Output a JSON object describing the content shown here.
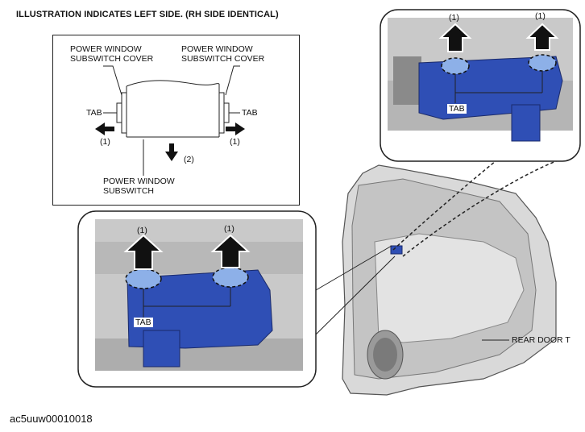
{
  "header": "ILLUSTRATION INDICATES LEFT SIDE. (RH SIDE IDENTICAL)",
  "schematic": {
    "cover_left": "POWER WINDOW\nSUBSWITCH COVER",
    "cover_right": "POWER WINDOW\nSUBSWITCH COVER",
    "tab_left": "TAB",
    "tab_right": "TAB",
    "step_left": "(1)",
    "step_right": "(1)",
    "step_down": "(2)",
    "switch_label": "POWER WINDOW\nSUBSWITCH"
  },
  "top_detail": {
    "step_a": "(1)",
    "step_b": "(1)",
    "tab": "TAB"
  },
  "bottom_detail": {
    "step_a": "(1)",
    "step_b": "(1)",
    "tab": "TAB"
  },
  "door_label": "REAR DOOR T",
  "figure_id": "ac5uuw00010018",
  "colors": {
    "switch_blue": "#2f4fb5",
    "arrow": "#111111",
    "panel_gray": "#c9c9c9"
  }
}
